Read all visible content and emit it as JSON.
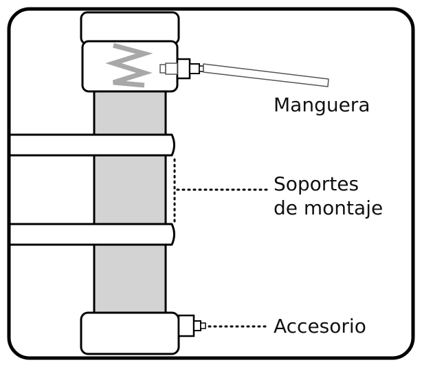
{
  "labels": {
    "hose": "Manguera",
    "brackets_line1": "Soportes",
    "brackets_line2": "de montaje",
    "fitting": "Accesorio"
  },
  "colors": {
    "outline": "#000000",
    "tube_fill": "#d3d3d3",
    "spring": "#a8a8a8",
    "background": "#ffffff"
  }
}
